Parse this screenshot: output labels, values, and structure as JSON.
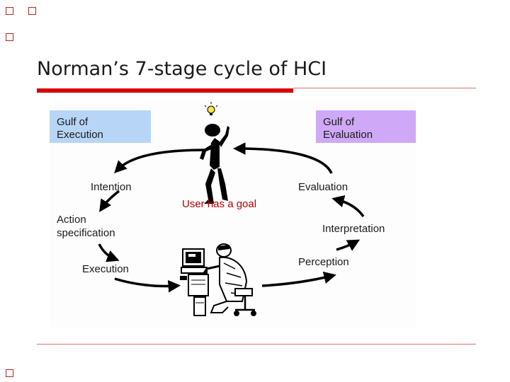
{
  "slide": {
    "title": "Norman’s 7-stage cycle of HCI"
  },
  "diagram": {
    "gulf_execution": {
      "line1": "Gulf of",
      "line2": "Execution"
    },
    "gulf_evaluation": {
      "line1": "Gulf of",
      "line2": "Evaluation"
    },
    "stages": {
      "goal": "User has a goal",
      "intention": "Intention",
      "action_spec_line1": "Action",
      "action_spec_line2": "specification",
      "execution": "Execution",
      "evaluation": "Evaluation",
      "interpretation": "Interpretation",
      "perception": "Perception"
    },
    "colors": {
      "gulf_execution_bg": "#b7d6f7",
      "gulf_evaluation_bg": "#cfa9f7",
      "title_rule": "#d40000",
      "goal_text": "#b30000"
    },
    "icons": [
      "thinking-person-icon",
      "user-at-computer-icon",
      "lightbulb-icon"
    ]
  }
}
